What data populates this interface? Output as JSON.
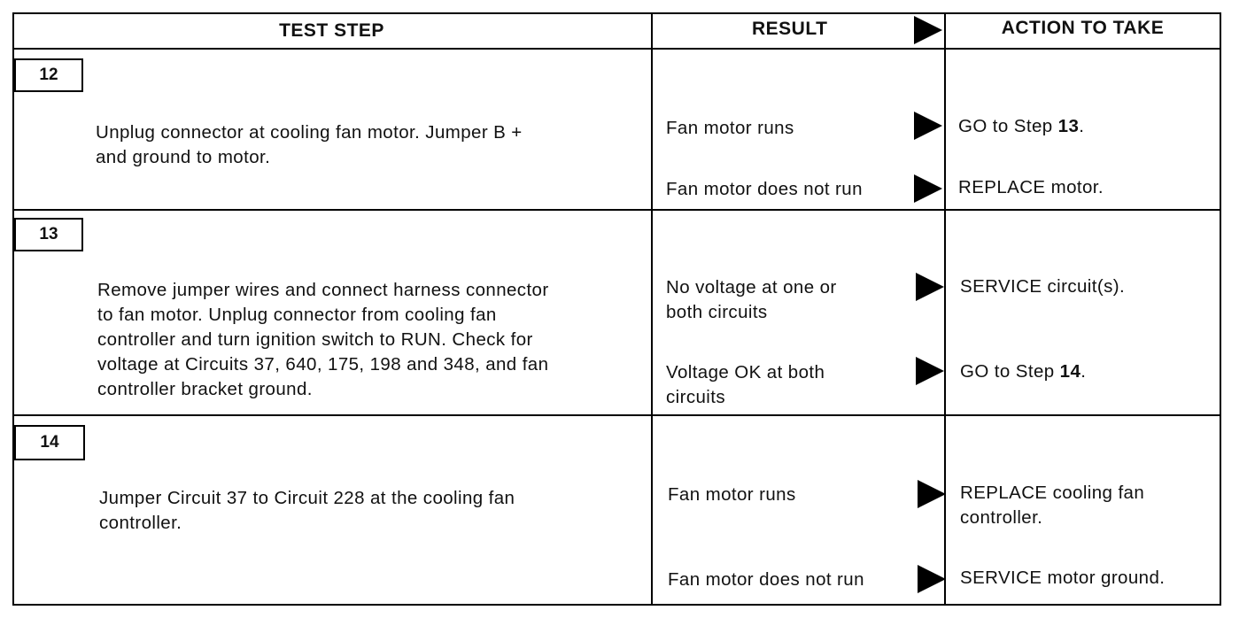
{
  "headers": {
    "test_step": "TEST STEP",
    "result": "RESULT",
    "action": "ACTION TO TAKE"
  },
  "steps": [
    {
      "number": "12",
      "description": "Unplug connector at cooling fan motor. Jumper B +\nand ground to motor.",
      "results": [
        {
          "result": "Fan motor runs",
          "action_prefix": "GO to Step ",
          "action_bold": "13",
          "action_suffix": "."
        },
        {
          "result": "Fan motor does not run",
          "action_prefix": "REPLACE motor.",
          "action_bold": "",
          "action_suffix": ""
        }
      ]
    },
    {
      "number": "13",
      "description": "Remove jumper wires and connect harness connector\nto fan motor. Unplug connector from cooling fan\ncontroller and turn ignition switch to RUN. Check for\nvoltage at Circuits 37, 640, 175, 198 and 348, and fan\ncontroller bracket ground.",
      "results": [
        {
          "result": "No voltage at one or\nboth circuits",
          "action_prefix": "SERVICE circuit(s).",
          "action_bold": "",
          "action_suffix": ""
        },
        {
          "result": "Voltage OK at both\ncircuits",
          "action_prefix": "GO to Step ",
          "action_bold": "14",
          "action_suffix": "."
        }
      ]
    },
    {
      "number": "14",
      "description": "Jumper Circuit 37 to Circuit 228 at the cooling fan\ncontroller.",
      "results": [
        {
          "result": "Fan motor runs",
          "action_prefix": "REPLACE cooling fan\ncontroller.",
          "action_bold": "",
          "action_suffix": ""
        },
        {
          "result": "Fan motor does not run",
          "action_prefix": "SERVICE motor ground.",
          "action_bold": "",
          "action_suffix": ""
        }
      ]
    }
  ]
}
